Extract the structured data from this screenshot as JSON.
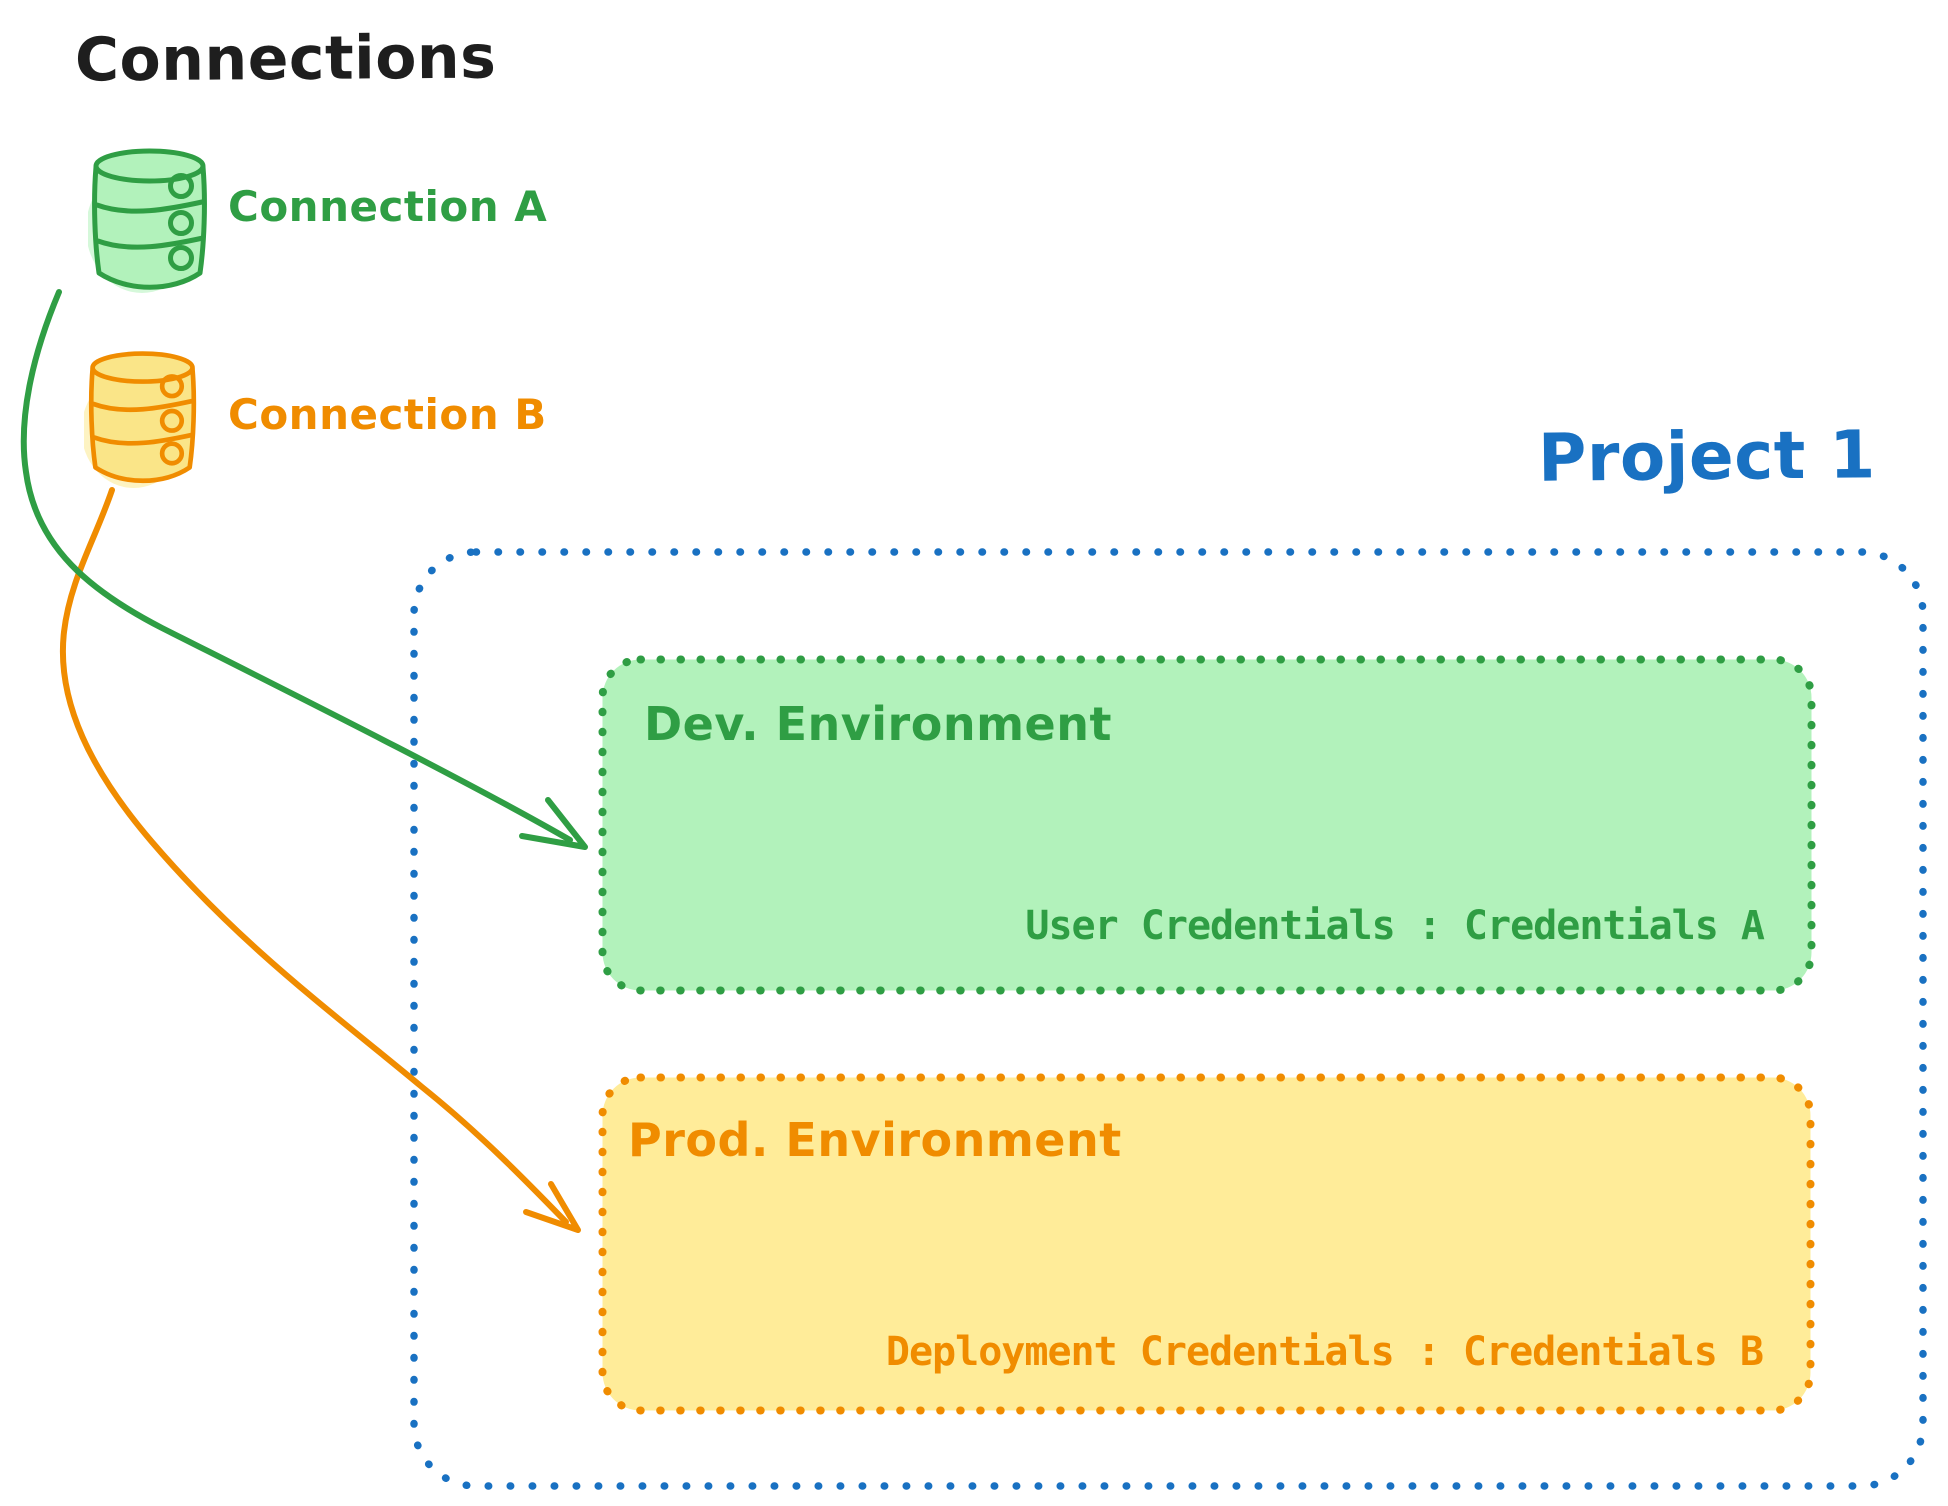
{
  "title": "Connections",
  "palette": {
    "text_black": "#1e1e1e",
    "green_stroke": "#2f9e44",
    "green_fill": "#b2f2bb",
    "orange_stroke": "#f08c00",
    "yellow_fill": "#ffec99",
    "db_yellow_fill": "#fae588",
    "blue_stroke": "#1971c2"
  },
  "connections": [
    {
      "label": "Connection A",
      "icon": "database-icon",
      "stroke_color": "#2f9e44",
      "fill_color": "#b2f2bb"
    },
    {
      "label": "Connection B",
      "icon": "database-icon",
      "stroke_color": "#f08c00",
      "fill_color": "#fae588"
    }
  ],
  "project": {
    "label": "Project 1",
    "border_color": "#1971c2",
    "environments": [
      {
        "name": "Dev. Environment",
        "credentials": "User Credentials : Credentials A",
        "stroke_color": "#2f9e44",
        "fill_color": "#b2f2bb"
      },
      {
        "name": "Prod. Environment",
        "credentials": "Deployment Credentials : Credentials B",
        "stroke_color": "#f08c00",
        "fill_color": "#ffec99"
      }
    ]
  },
  "arrows": [
    {
      "from": "Connection A",
      "to": "Dev. Environment",
      "color": "#2f9e44"
    },
    {
      "from": "Connection B",
      "to": "Prod. Environment",
      "color": "#f08c00"
    }
  ]
}
